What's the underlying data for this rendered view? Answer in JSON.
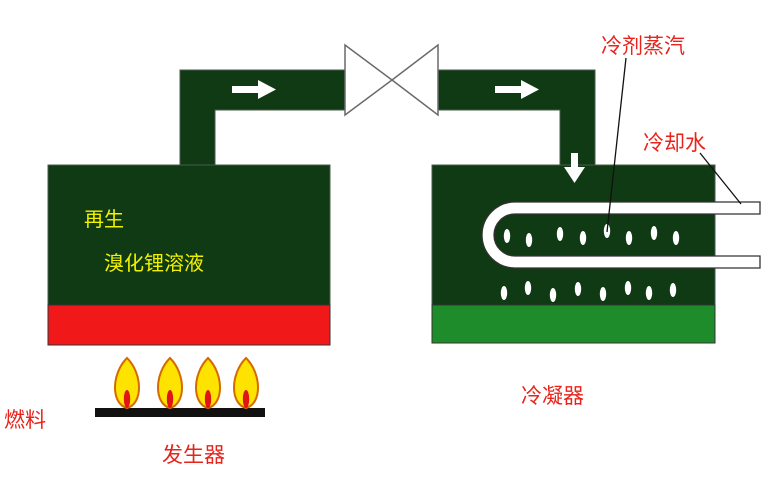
{
  "labels": {
    "regenerate": "再生",
    "solution": "溴化锂溶液",
    "fuel": "燃料",
    "generator": "发生器",
    "condenser": "冷凝器",
    "refrigerant_vapor": "冷剂蒸汽",
    "cooling_water": "冷却水"
  },
  "colors": {
    "vessel": "#0f3a14",
    "heater": "#f01818",
    "condensate": "#1e8c2a",
    "label_red": "#e8231b",
    "label_yellow": "#f2f200"
  },
  "icons": [
    "flame-icon",
    "arrow-right-icon",
    "arrow-down-icon",
    "valve-icon"
  ]
}
